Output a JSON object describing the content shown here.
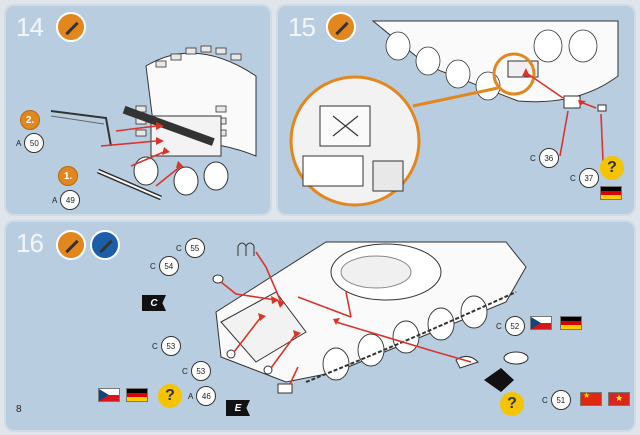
{
  "page_number": "8",
  "steps": [
    {
      "number": "14",
      "icons": [
        "glue-icon"
      ]
    },
    {
      "number": "15",
      "icons": [
        "glue-icon"
      ]
    },
    {
      "number": "16",
      "icons": [
        "glue-icon",
        "paint-brush-icon"
      ]
    }
  ],
  "step14": {
    "order1": "1.",
    "order2": "2.",
    "parts": [
      {
        "sprue": "A",
        "num": "50"
      },
      {
        "sprue": "A",
        "num": "49"
      }
    ]
  },
  "step15": {
    "parts": [
      {
        "sprue": "C",
        "num": "36"
      },
      {
        "sprue": "C",
        "num": "37"
      }
    ],
    "flags": [
      "DDR"
    ]
  },
  "step16": {
    "parts": [
      {
        "sprue": "C",
        "num": "55"
      },
      {
        "sprue": "C",
        "num": "54"
      },
      {
        "sprue": "C",
        "num": "53"
      },
      {
        "sprue": "C",
        "num": "53"
      },
      {
        "sprue": "A",
        "num": "46"
      },
      {
        "sprue": "C",
        "num": "52"
      },
      {
        "sprue": "C",
        "num": "51"
      }
    ],
    "tags": [
      "C",
      "E"
    ],
    "flags_left": [
      "CZ",
      "DDR"
    ],
    "flags_52": [
      "CZ",
      "DDR"
    ],
    "flags_51": [
      "CN",
      "VN"
    ]
  },
  "colors": {
    "panel": "#b9cde0",
    "accent": "#e2871e",
    "arrow": "#d9342b"
  }
}
